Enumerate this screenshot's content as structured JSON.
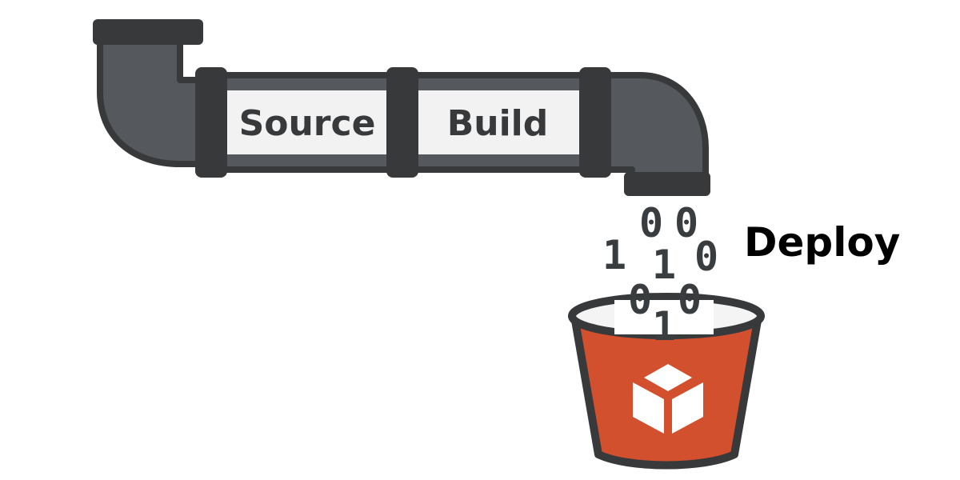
{
  "stages": {
    "source": "Source",
    "build": "Build",
    "deploy": "Deploy"
  },
  "binary_stream": [
    "0",
    "0",
    "1",
    "1",
    "0",
    "0",
    "0",
    "1"
  ],
  "icons": {
    "pipe": "pipe-icon",
    "bucket": "bucket-icon",
    "artifact": "cube-icon"
  },
  "colors": {
    "pipe": "#55585c",
    "pipe_outline": "#37393b",
    "label_panel": "#f2f2f2",
    "bucket": "#d2502e",
    "bucket_outline": "#37393b",
    "deploy_text": "#000000"
  }
}
